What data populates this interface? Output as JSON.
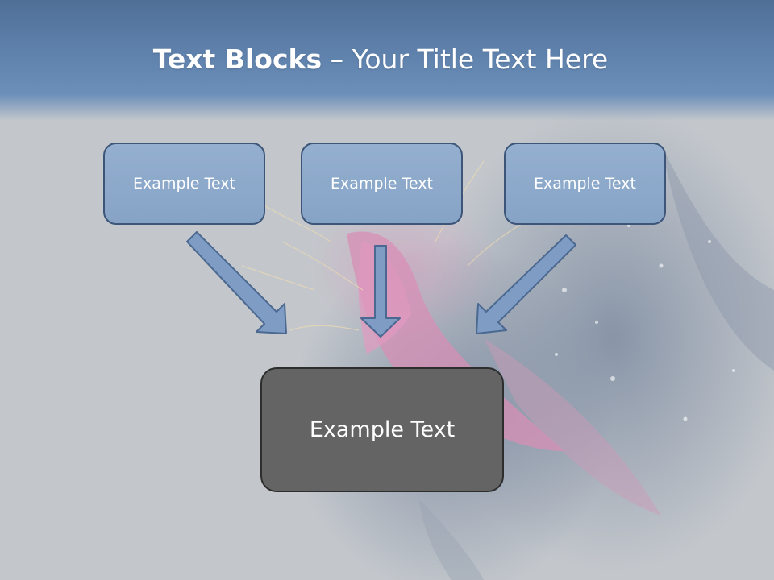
{
  "title": {
    "bold": "Text Blocks",
    "dash": " – ",
    "rest": "Your Title Text Here"
  },
  "top_blocks": [
    {
      "label": "Example Text"
    },
    {
      "label": "Example Text"
    },
    {
      "label": "Example Text"
    }
  ],
  "bottom_block": {
    "label": "Example Text"
  },
  "colors": {
    "header": "#5f82ad",
    "top_box_fill": "#8aa6c9",
    "top_box_border": "#3c5578",
    "arrow_fill": "#7f9dc4",
    "arrow_stroke": "#4a6890",
    "bottom_box_fill": "#646464",
    "background": "#c3c7cc"
  }
}
